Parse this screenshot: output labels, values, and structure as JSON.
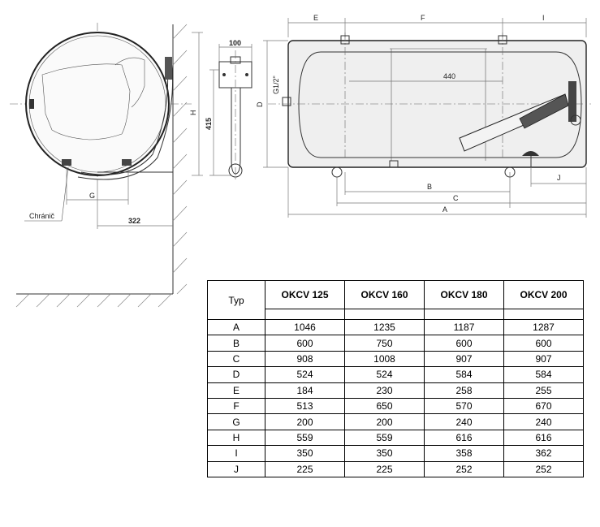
{
  "drawing": {
    "labels": {
      "protector": "Chránič",
      "dim_322": "322",
      "dim_100": "100",
      "dim_415": "415",
      "dim_440": "440",
      "thread": "G1/2\"",
      "G": "G",
      "H": "H",
      "D": "D",
      "E": "E",
      "F": "F",
      "I": "I",
      "J": "J",
      "A": "A",
      "B": "B",
      "C": "C"
    }
  },
  "table": {
    "header_type": "Typ",
    "models": [
      "OKCV 125",
      "OKCV 160",
      "OKCV 180",
      "OKCV 200"
    ],
    "rows": [
      {
        "key": "A",
        "values": [
          "1046",
          "1235",
          "1187",
          "1287"
        ]
      },
      {
        "key": "B",
        "values": [
          "600",
          "750",
          "600",
          "600"
        ]
      },
      {
        "key": "C",
        "values": [
          "908",
          "1008",
          "907",
          "907"
        ]
      },
      {
        "key": "D",
        "values": [
          "524",
          "524",
          "584",
          "584"
        ]
      },
      {
        "key": "E",
        "values": [
          "184",
          "230",
          "258",
          "255"
        ]
      },
      {
        "key": "F",
        "values": [
          "513",
          "650",
          "570",
          "670"
        ]
      },
      {
        "key": "G",
        "values": [
          "200",
          "200",
          "240",
          "240"
        ]
      },
      {
        "key": "H",
        "values": [
          "559",
          "559",
          "616",
          "616"
        ]
      },
      {
        "key": "I",
        "values": [
          "350",
          "350",
          "358",
          "362"
        ]
      },
      {
        "key": "J",
        "values": [
          "225",
          "225",
          "252",
          "252"
        ]
      }
    ]
  }
}
